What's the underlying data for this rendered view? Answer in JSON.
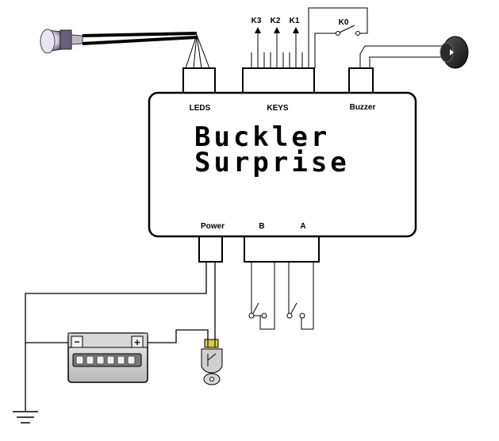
{
  "diagram": {
    "title_line1": "Buckler",
    "title_line2": "Surprise",
    "connectors": {
      "leds": "LEDS",
      "keys": "KEYS",
      "buzzer": "Buzzer",
      "power": "Power",
      "b": "B",
      "a": "A"
    },
    "key_labels": {
      "k3": "K3",
      "k2": "K2",
      "k1": "K1",
      "k0": "K0"
    },
    "battery": {
      "negative": "−",
      "positive": "+"
    }
  }
}
